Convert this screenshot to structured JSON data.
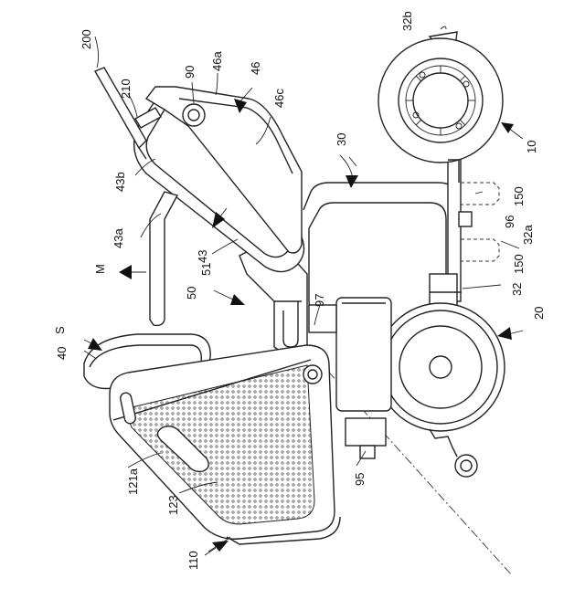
{
  "figure": {
    "labels": {
      "l200": "200",
      "l210": "210",
      "l90": "90",
      "l46a": "46a",
      "l46": "46",
      "l46c": "46c",
      "l43b": "43b",
      "l43a": "43a",
      "l43": "43",
      "l51": "51",
      "l50": "50",
      "lM": "M",
      "lS": "S",
      "l40": "40",
      "l30": "30",
      "l32b": "32b",
      "l10": "10",
      "l150a": "150",
      "l96": "96",
      "l32a": "32a",
      "l150b": "150",
      "l32": "32",
      "l20": "20",
      "l97": "97",
      "l95": "95",
      "l121a": "121a",
      "l123": "123",
      "l110": "110"
    }
  }
}
